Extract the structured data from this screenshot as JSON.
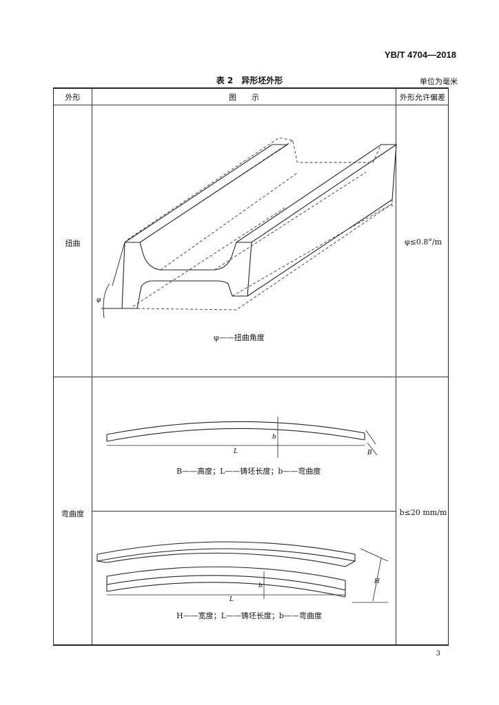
{
  "header": {
    "standard_code": "YB/T 4704—2018"
  },
  "table": {
    "title": "表 2　异形坯外形",
    "unit_note": "单位为毫米",
    "columns": [
      "外形",
      "图　　示",
      "外形允许偏差"
    ],
    "rows": [
      {
        "shape": "扭曲",
        "figure_caption": "φ——扭曲角度",
        "figure_labels": {
          "angle": "φ"
        },
        "tolerance": "φ≤0.8°/m"
      },
      {
        "shape": "弯曲度",
        "figure_captions": [
          "B——高度；L——铸坯长度；b——弯曲度",
          "H——宽度；L——铸坯长度；b——弯曲度"
        ],
        "figure_labels": {
          "length": "L",
          "bow": "b",
          "height": "B",
          "width": "H"
        },
        "tolerance": "b≤20 mm/m"
      }
    ]
  },
  "footer": {
    "page_number": "3"
  }
}
